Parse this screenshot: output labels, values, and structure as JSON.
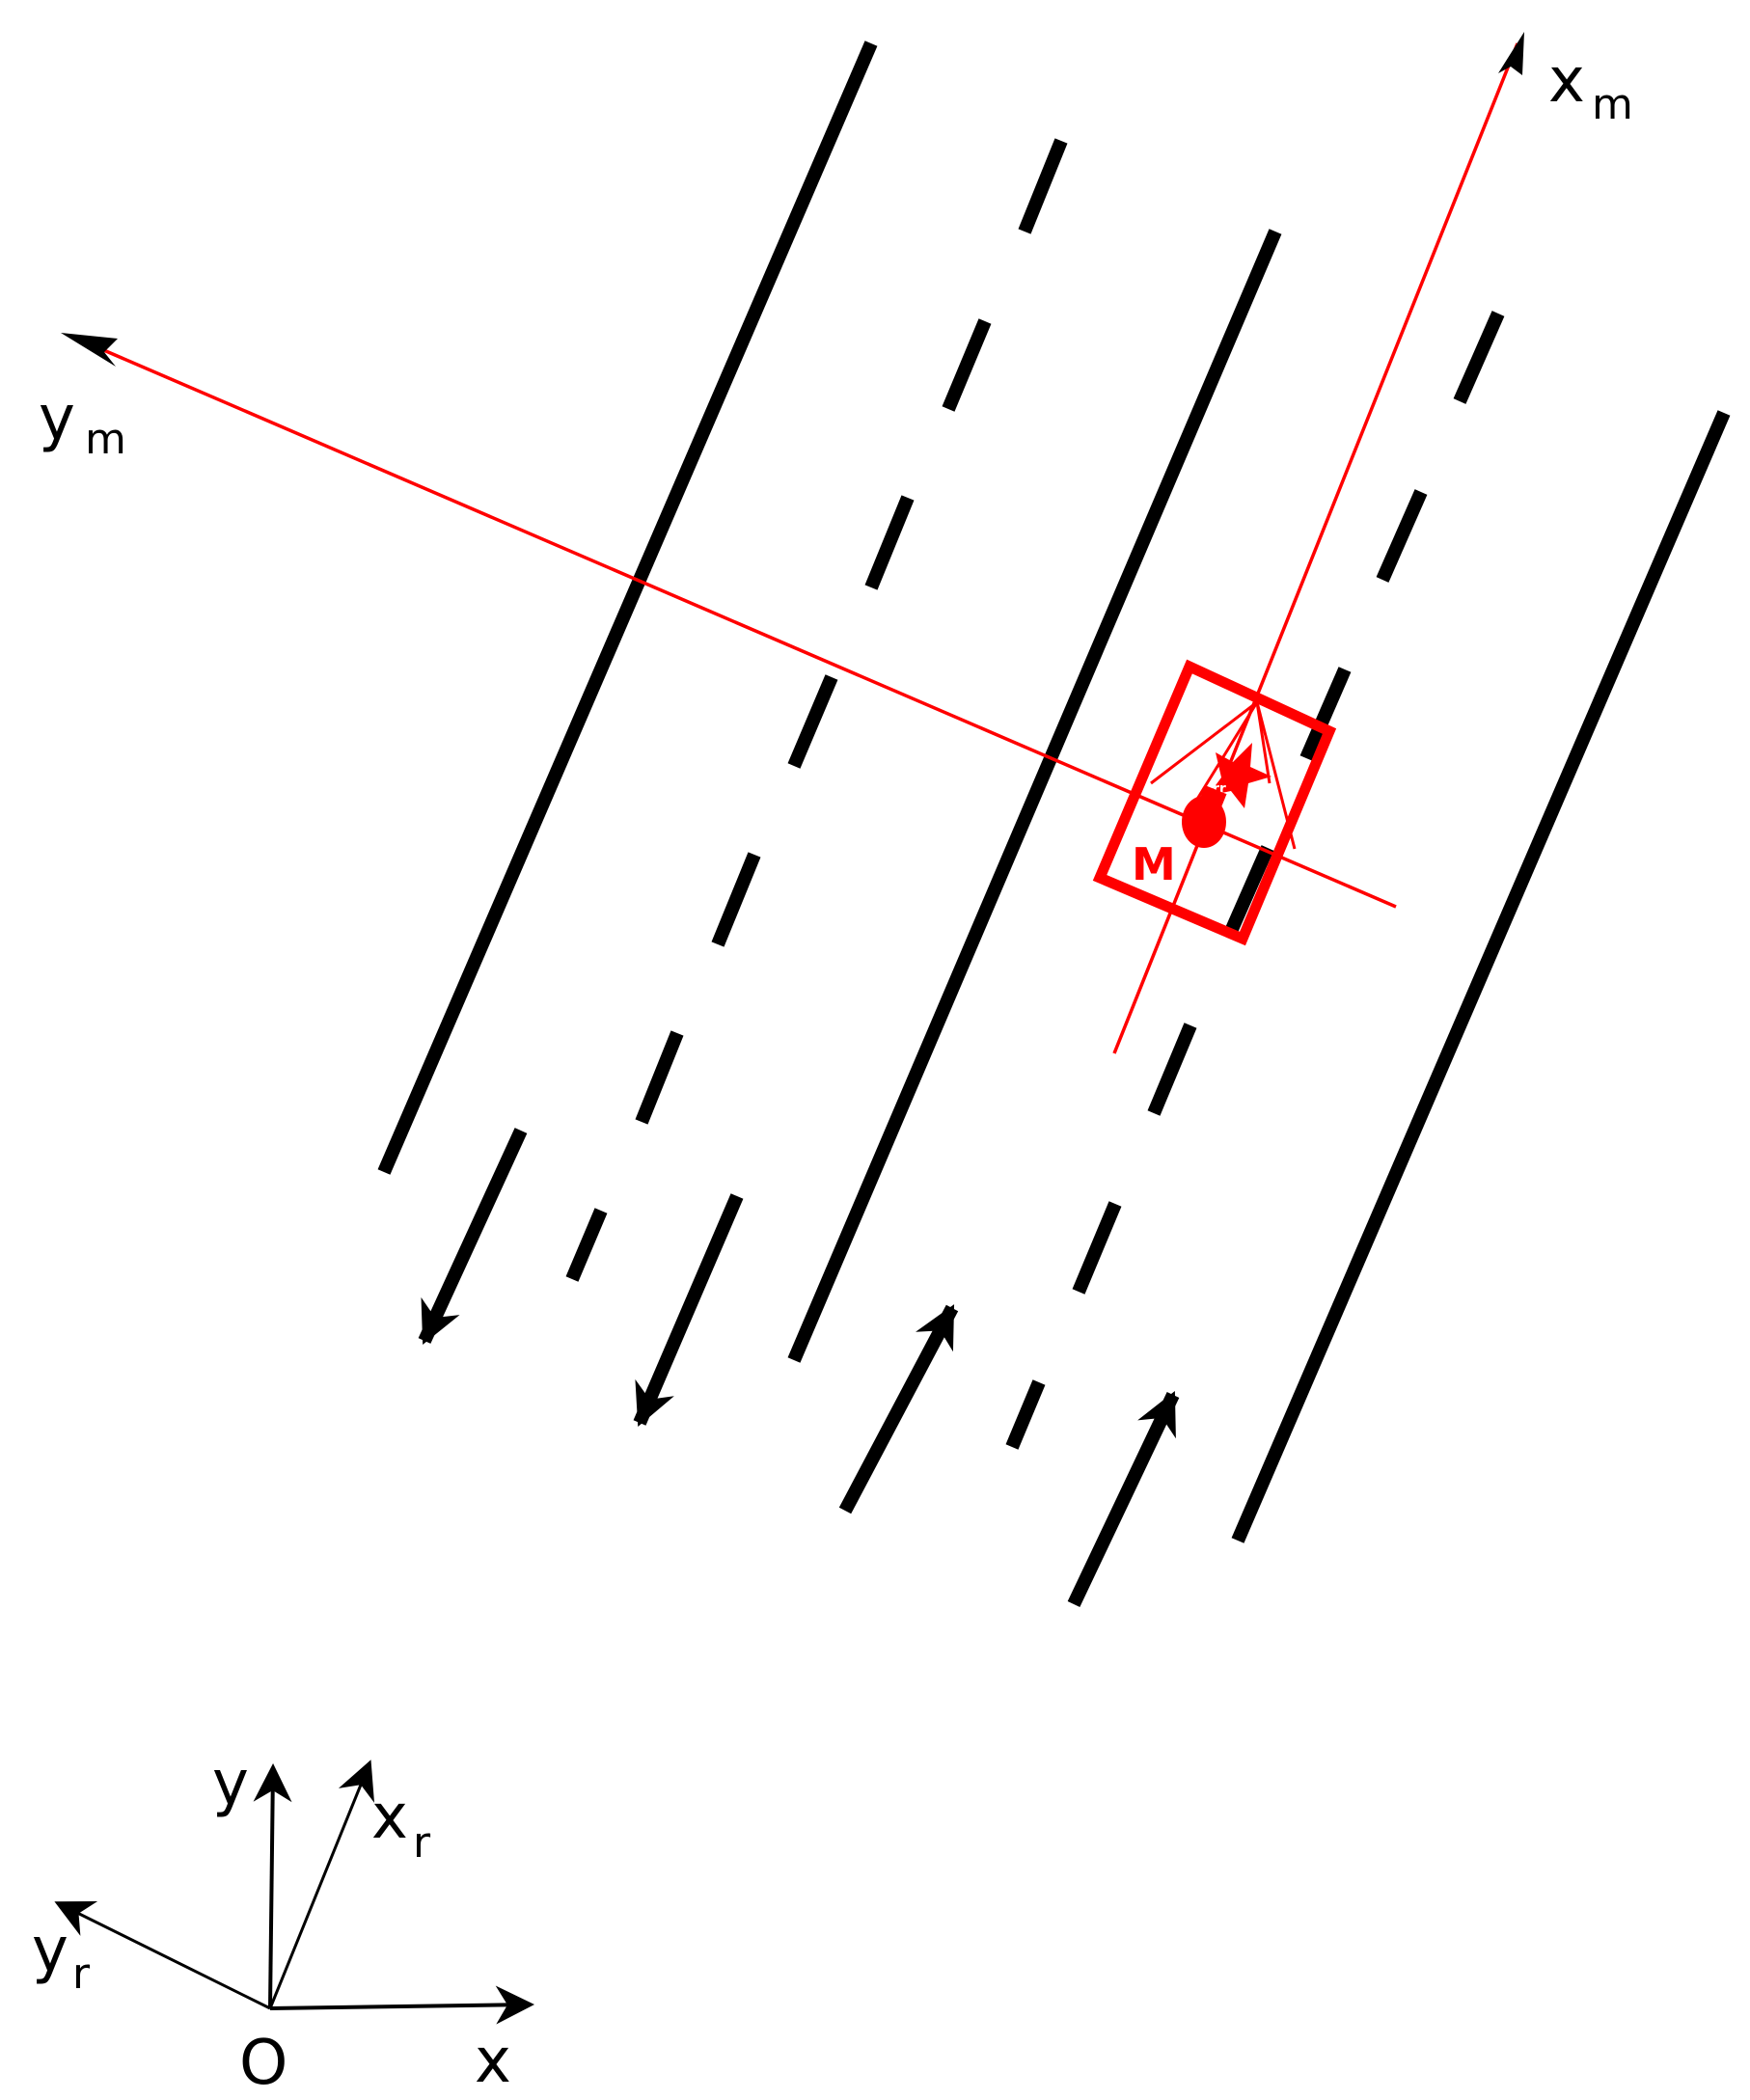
{
  "colors": {
    "road": "#000000",
    "highlight": "#ff0000",
    "background": "#ffffff"
  },
  "labels": {
    "map_x": {
      "main": "x",
      "sub": "m"
    },
    "map_y": {
      "main": "y",
      "sub": "m"
    },
    "ref_x": {
      "main": "x"
    },
    "ref_y": {
      "main": "y"
    },
    "robot_x": {
      "main": "x",
      "sub": "r"
    },
    "robot_y": {
      "main": "y",
      "sub": "r"
    },
    "origin": "O",
    "vehicle": "M",
    "robot_marker": "rr"
  },
  "icons": {
    "robot": "robot-icon",
    "star": "star-icon",
    "arrow": "arrow-head-icon"
  }
}
